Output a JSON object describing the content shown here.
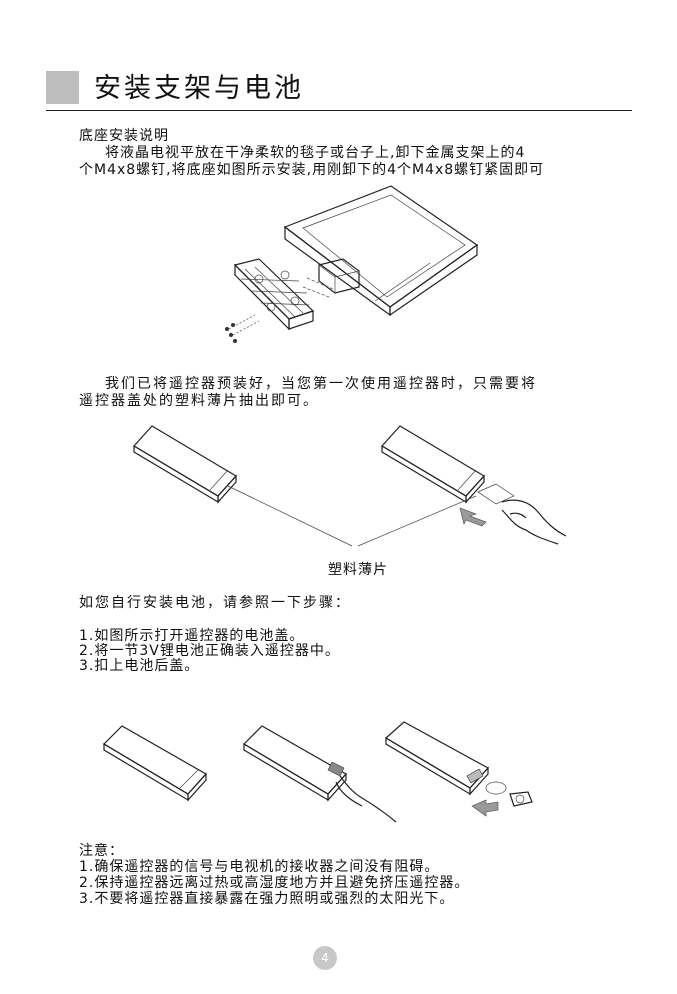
{
  "header": {
    "title": "安装支架与电池"
  },
  "stand": {
    "heading": "底座安装说明",
    "lines": [
      "将液晶电视平放在干净柔软的毯子或台子上,卸下金属支架上的4",
      "个M4x8螺钉,将底座如图所示安装,用刚卸下的4个M4x8螺钉紧固即可"
    ]
  },
  "remote": {
    "lines": [
      "我们已将遥控器预装好，当您第一次使用遥控器时，只需要将",
      "遥控器盖处的塑料薄片抽出即可。"
    ],
    "film_label": "塑料薄片"
  },
  "battery": {
    "intro": "如您自行安装电池，请参照一下步骤：",
    "steps": [
      "1.如图所示打开遥控器的电池盖。",
      "2.将一节3V锂电池正确装入遥控器中。",
      "3.扣上电池后盖。"
    ]
  },
  "notes": {
    "heading": "注意：",
    "items": [
      "1.确保遥控器的信号与电视机的接收器之间没有阻碍。",
      "2.保持遥控器远离过热或高湿度地方并且避免挤压遥控器。",
      "3.不要将遥控器直接暴露在强力照明或强烈的太阳光下。"
    ]
  },
  "footer": {
    "page_number": "4"
  }
}
